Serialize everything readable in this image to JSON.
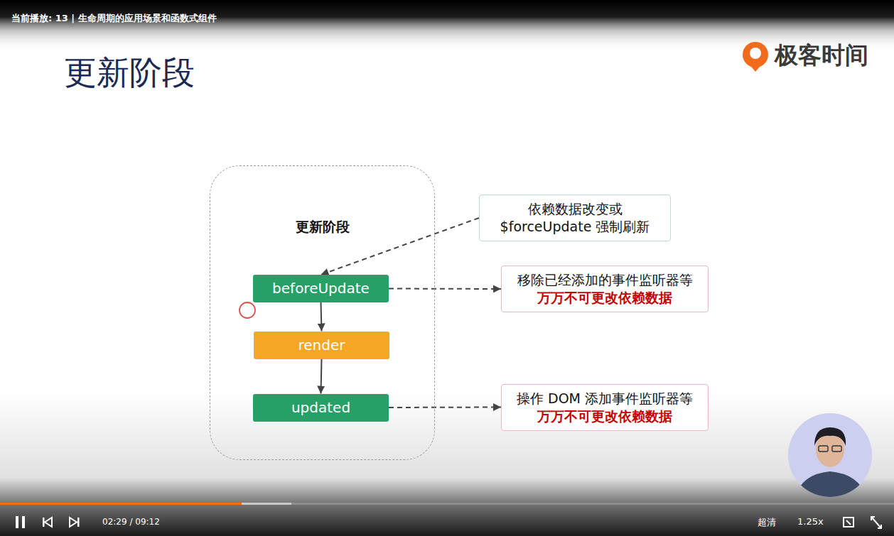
{
  "diagram": {
    "title": "更新阶段",
    "nodes": [
      {
        "text": [
          "更新阶段"
        ]
      },
      {
        "text": [
          "依赖数据改变或 $forceUpdate 强制刷新"
        ]
      },
      {
        "text": [
          "beforeUpdate"
        ],
        "in": 0
      },
      {
        "text": [
          "移除已经添加的事件监听器等",
          "万万不可更改依赖数据"
        ]
      },
      {
        "text": [
          "render"
        ],
        "in": 0
      },
      {
        "text": [
          "updated"
        ],
        "in": 0
      },
      {
        "text": [
          "操作 DOM 添加事件监听器等",
          "万万不可更改依赖数据"
        ]
      }
    ],
    "edges": [
      {
        "from": 1,
        "to": 2,
        "arrow": "to"
      },
      {
        "from": 2,
        "to": 3,
        "arrow": "to"
      },
      {
        "from": 2,
        "to": 4,
        "arrow": "to"
      },
      {
        "from": 4,
        "to": 5,
        "arrow": "to"
      },
      {
        "from": 5,
        "to": 6,
        "arrow": "to"
      }
    ],
    "labels": [
      "当前播放: 13 | 生命周期的应用场景和函数式组件",
      "极客时间",
      "02:29 / 09:12",
      "超清",
      "1.25x"
    ]
  }
}
